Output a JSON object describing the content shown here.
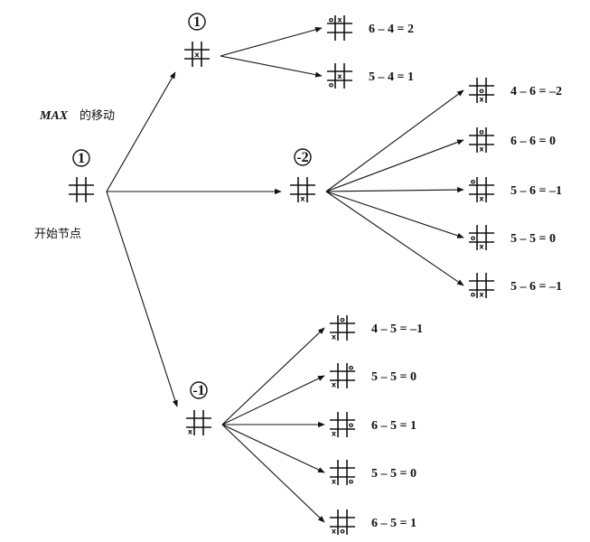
{
  "labels": {
    "move_label_latin": "MAX",
    "move_label_suffix": "的移动",
    "start_label": "开始节点"
  },
  "root": {
    "value": "1",
    "cells": []
  },
  "mid": [
    {
      "value": "1",
      "cells": [
        [
          1,
          1,
          "x"
        ]
      ]
    },
    {
      "value": "-2",
      "cells": [
        [
          2,
          1,
          "x"
        ]
      ]
    },
    {
      "value": "-1",
      "cells": [
        [
          2,
          0,
          "x"
        ]
      ]
    }
  ],
  "leaves": [
    [
      {
        "cells": [
          [
            0,
            0,
            "o"
          ],
          [
            0,
            1,
            "x"
          ]
        ],
        "text": "6 – 4 = 2"
      },
      {
        "cells": [
          [
            1,
            1,
            "x"
          ],
          [
            2,
            0,
            "o"
          ]
        ],
        "text": "5 – 4 = 1"
      }
    ],
    [
      {
        "cells": [
          [
            1,
            1,
            "o"
          ],
          [
            2,
            1,
            "x"
          ]
        ],
        "text": "4 – 6 = –2"
      },
      {
        "cells": [
          [
            0,
            1,
            "o"
          ],
          [
            2,
            1,
            "x"
          ]
        ],
        "text": "6 – 6 = 0"
      },
      {
        "cells": [
          [
            0,
            0,
            "o"
          ],
          [
            2,
            1,
            "x"
          ]
        ],
        "text": "5 – 6 = –1"
      },
      {
        "cells": [
          [
            1,
            0,
            "o"
          ],
          [
            2,
            1,
            "x"
          ]
        ],
        "text": "5 – 5 = 0"
      },
      {
        "cells": [
          [
            2,
            0,
            "o"
          ],
          [
            2,
            1,
            "x"
          ]
        ],
        "text": "5 – 6 = –1"
      }
    ],
    [
      {
        "cells": [
          [
            0,
            1,
            "o"
          ],
          [
            2,
            0,
            "x"
          ]
        ],
        "text": "4 – 5 = –1"
      },
      {
        "cells": [
          [
            0,
            2,
            "o"
          ],
          [
            2,
            0,
            "x"
          ]
        ],
        "text": "5 – 5 = 0"
      },
      {
        "cells": [
          [
            1,
            2,
            "o"
          ],
          [
            2,
            0,
            "x"
          ]
        ],
        "text": "6 – 5 = 1"
      },
      {
        "cells": [
          [
            2,
            2,
            "o"
          ],
          [
            2,
            0,
            "x"
          ]
        ],
        "text": "5 – 5 = 0"
      },
      {
        "cells": [
          [
            2,
            1,
            "o"
          ],
          [
            2,
            0,
            "x"
          ]
        ],
        "text": "6 – 5 = 1"
      }
    ]
  ]
}
